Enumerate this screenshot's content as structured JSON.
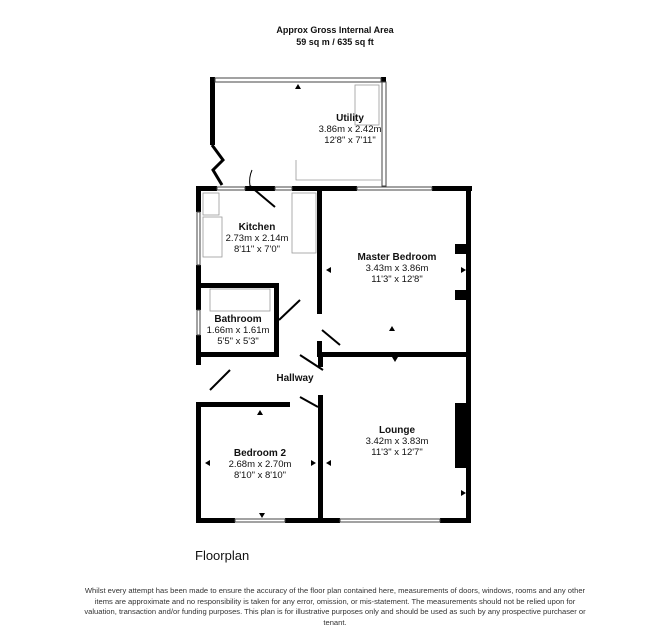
{
  "header": {
    "title": "Approx Gross Internal Area",
    "area": "59 sq m / 635 sq ft"
  },
  "rooms": {
    "utility": {
      "name": "Utility",
      "metric": "3.86m x 2.42m",
      "imperial": "12'8\" x 7'11\""
    },
    "kitchen": {
      "name": "Kitchen",
      "metric": "2.73m x 2.14m",
      "imperial": "8'11\" x 7'0\""
    },
    "master": {
      "name": "Master Bedroom",
      "metric": "3.43m x 3.86m",
      "imperial": "11'3\" x 12'8\""
    },
    "bathroom": {
      "name": "Bathroom",
      "metric": "1.66m x 1.61m",
      "imperial": "5'5\" x 5'3\""
    },
    "hallway": {
      "name": "Hallway"
    },
    "lounge": {
      "name": "Lounge",
      "metric": "3.42m x 3.83m",
      "imperial": "11'3\" x 12'7\""
    },
    "bedroom2": {
      "name": "Bedroom 2",
      "metric": "2.68m x 2.70m",
      "imperial": "8'10\" x 8'10\""
    }
  },
  "footer": {
    "label": "Floorplan",
    "disclaimer": "Whilst every attempt has been made to ensure the accuracy of the floor plan contained here, measurements of doors, windows, rooms and any other items are approximate and no responsibility is taken for any error, omission, or mis-statement. The measurements should not be relied upon for valuation, transaction and/or funding purposes. This plan is for illustrative purposes only and should be used as such by any prospective purchaser or tenant."
  }
}
